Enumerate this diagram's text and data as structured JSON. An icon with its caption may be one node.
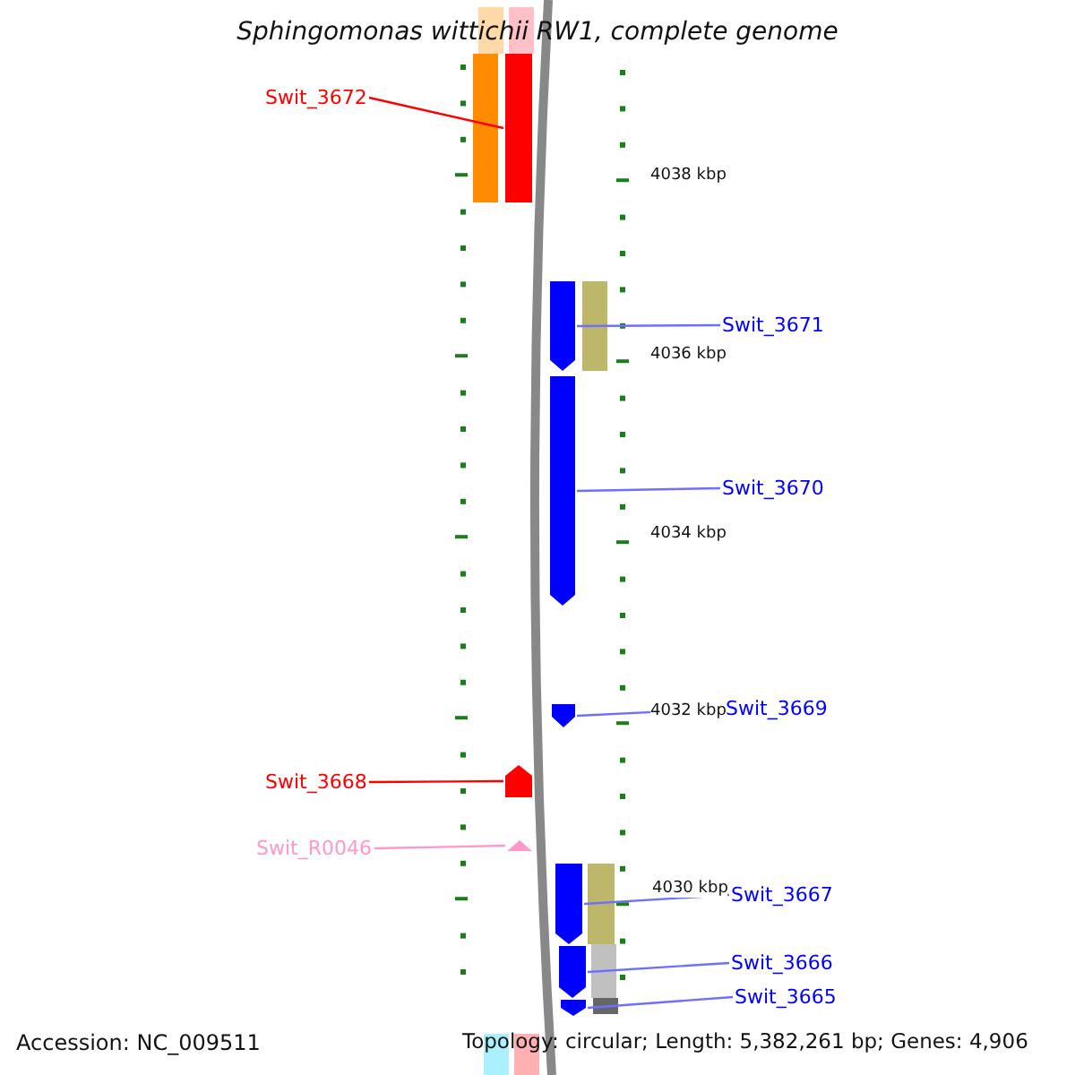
{
  "diagram": {
    "title": "Sphingomonas wittichii RW1, complete genome",
    "nodes": [
      {
        "text": [
          "Swit_3672"
        ]
      },
      {
        "text": [],
        "shape": "bar"
      },
      {
        "text": [
          "Swit_3671"
        ]
      },
      {
        "text": [],
        "shape": "bar"
      },
      {
        "text": [
          "Swit_3670"
        ]
      },
      {
        "text": [],
        "shape": "bar"
      },
      {
        "text": [
          "Swit_3669"
        ]
      },
      {
        "text": [],
        "shape": "bar"
      },
      {
        "text": [
          "Swit_3668"
        ]
      },
      {
        "text": [],
        "shape": "bar"
      },
      {
        "text": [
          "Swit_R0046"
        ]
      },
      {
        "text": [],
        "shape": "triangle"
      },
      {
        "text": [
          "Swit_3667"
        ]
      },
      {
        "text": [],
        "shape": "bar"
      },
      {
        "text": [
          "Swit_3666"
        ]
      },
      {
        "text": [],
        "shape": "bar"
      },
      {
        "text": [
          "Swit_3665"
        ]
      },
      {
        "text": [],
        "shape": "bar"
      }
    ],
    "edges": [
      {
        "from": 0,
        "to": 1,
        "arrow": "none",
        "color": "#ff0000"
      },
      {
        "from": 2,
        "to": 3,
        "arrow": "none"
      },
      {
        "from": 4,
        "to": 5,
        "arrow": "none"
      },
      {
        "from": 6,
        "to": 7,
        "arrow": "none"
      },
      {
        "from": 8,
        "to": 9,
        "arrow": "none",
        "color": "#ff0000"
      },
      {
        "from": 10,
        "to": 11,
        "arrow": "none",
        "color": "#ff99cc"
      },
      {
        "from": 12,
        "to": 13,
        "arrow": "none"
      },
      {
        "from": 14,
        "to": 15,
        "arrow": "none"
      },
      {
        "from": 16,
        "to": 17,
        "arrow": "none"
      }
    ],
    "labels": [
      "4038 kbp",
      "4036 kbp",
      "4034 kbp",
      "4032 kbp",
      "4030 kbp",
      "Accession: NC_009511",
      "Topology: circular; Length: 5,382,261 bp; Genes: 4,906"
    ]
  }
}
